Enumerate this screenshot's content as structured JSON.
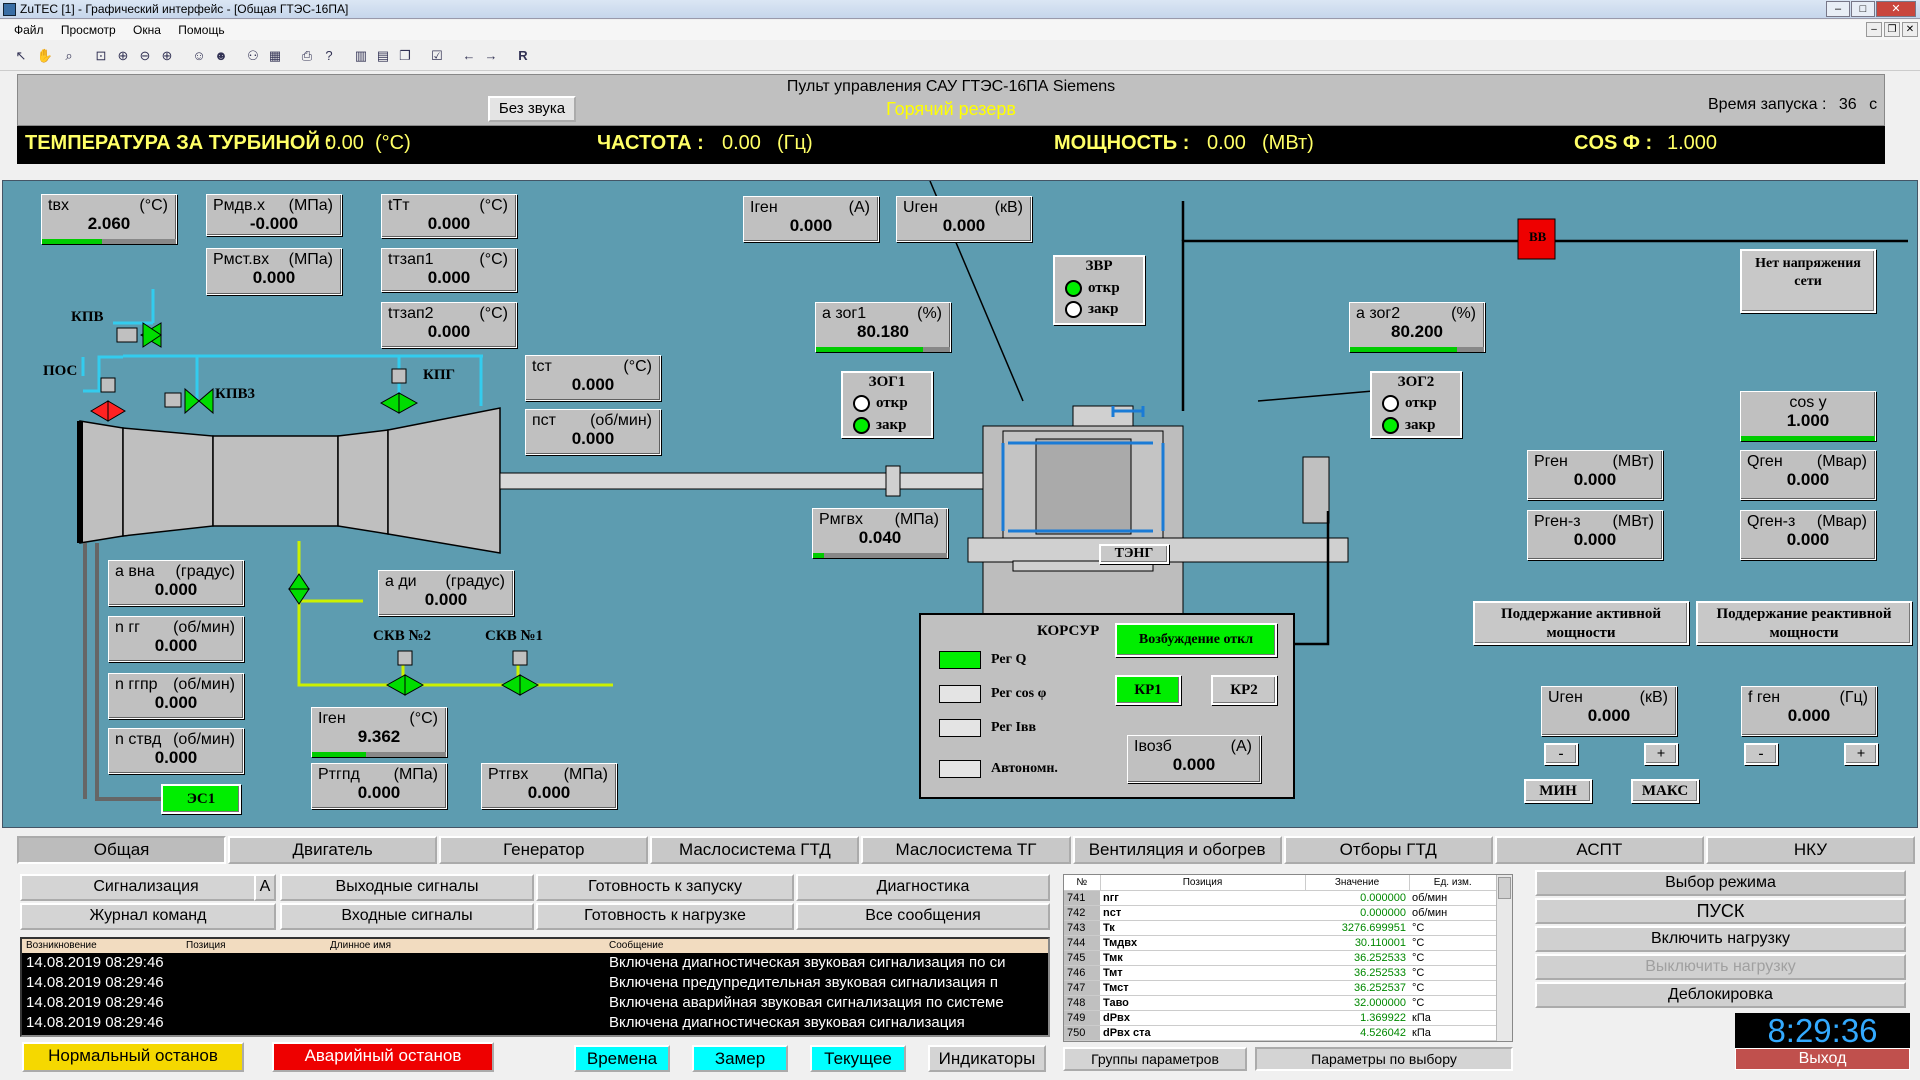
{
  "window": {
    "title": "ZuTEC [1] - Графический интерфейс - [Общая ГТЭС-16ПА]"
  },
  "menu": [
    "Файл",
    "Просмотр",
    "Окна",
    "Помощь"
  ],
  "toolbar": {
    "r_label": "R"
  },
  "header": {
    "title": "Пульт управления САУ ГТЭС-16ПА Siemens",
    "sound_button": "Без звука",
    "state": "Горячий резерв",
    "start_time_label": "Время запуска :",
    "start_time_value": "36",
    "start_time_unit": "с"
  },
  "summary": {
    "temp_label": "ТЕМПЕРАТУРА ЗА ТУРБИНОЙ :",
    "temp_value": "0.00",
    "temp_unit": "(°C)",
    "freq_label": "ЧАСТОТА :",
    "freq_value": "0.00",
    "freq_unit": "(Гц)",
    "power_label": "МОЩНОСТЬ :",
    "power_value": "0.00",
    "power_unit": "(МВт)",
    "cos_label": "COS Ф :",
    "cos_value": "1.000"
  },
  "measurements": {
    "tvx": {
      "label": "tвх",
      "unit": "(°C)",
      "value": "2.060",
      "level": 0.45
    },
    "rmdvx": {
      "label": "Рмдв.х",
      "unit": "(МПа)",
      "value": "-0.000"
    },
    "rmstvx": {
      "label": "Рмст.вх",
      "unit": "(МПа)",
      "value": "0.000"
    },
    "ttt": {
      "label": "tТт",
      "unit": "(°C)",
      "value": "0.000"
    },
    "tzap1": {
      "label": "tтзап1",
      "unit": "(°C)",
      "value": "0.000"
    },
    "tzap2": {
      "label": "tтзап2",
      "unit": "(°C)",
      "value": "0.000"
    },
    "tst": {
      "label": "tст",
      "unit": "(°C)",
      "value": "0.000"
    },
    "pst": {
      "label": "пст",
      "unit": "(об/мин)",
      "value": "0.000"
    },
    "igen_top": {
      "label": "Iген",
      "unit": "(А)",
      "value": "0.000"
    },
    "ugen_top": {
      "label": "Uген",
      "unit": "(кВ)",
      "value": "0.000"
    },
    "azog1": {
      "label": "а зог1",
      "unit": "(%)",
      "value": "80.180",
      "level": 0.8
    },
    "azog2": {
      "label": "а зог2",
      "unit": "(%)",
      "value": "80.200",
      "level": 0.8
    },
    "avna": {
      "label": "а вна",
      "unit": "(градус)",
      "value": "0.000"
    },
    "ngg": {
      "label": "n гг",
      "unit": "(об/мин)",
      "value": "0.000"
    },
    "nggp": {
      "label": "n ггпр",
      "unit": "(об/мин)",
      "value": "0.000"
    },
    "nstvd": {
      "label": "n ствд",
      "unit": "(об/мин)",
      "value": "0.000"
    },
    "adi": {
      "label": "а ди",
      "unit": "(градус)",
      "value": "0.000"
    },
    "tgen": {
      "label": "Iген",
      "unit": "(°C)",
      "value": "9.362",
      "level": 0.4
    },
    "rtgpd": {
      "label": "Ртгпд",
      "unit": "(МПа)",
      "value": "0.000"
    },
    "rtgvx": {
      "label": "Ртгвх",
      "unit": "(МПа)",
      "value": "0.000"
    },
    "rmgvx": {
      "label": "Рмгвх",
      "unit": "(МПа)",
      "value": "0.040",
      "level": 0.08
    },
    "cosy": {
      "label": "cos у",
      "value": "1.000",
      "level": 1.0
    },
    "rgen": {
      "label": "Pген",
      "unit": "(МВт)",
      "value": "0.000"
    },
    "qgen": {
      "label": "Qген",
      "unit": "(Мвар)",
      "value": "0.000"
    },
    "rgenz": {
      "label": "Pген-з",
      "unit": "(МВт)",
      "value": "0.000"
    },
    "qgenz": {
      "label": "Qген-з",
      "unit": "(Мвар)",
      "value": "0.000"
    },
    "ugen_set": {
      "label": "Uген",
      "unit": "(кВ)",
      "value": "0.000"
    },
    "fgen": {
      "label": "f ген",
      "unit": "(Гц)",
      "value": "0.000"
    },
    "ivozb": {
      "label": "Iвозб",
      "unit": "(А)",
      "value": "0.000"
    }
  },
  "scheme": {
    "kpv": "КПВ",
    "pos": "ПОС",
    "kpv3": "КПВ3",
    "kpg": "КПГ",
    "skv2": "СКВ №2",
    "skv1": "СКВ №1",
    "es1": "ЭС1",
    "teng": "ТЭНГ",
    "vv": "ВВ",
    "no_voltage": "Нет напряжения сети",
    "zvr": {
      "title": "ЗВР",
      "open": "откр",
      "closed": "закр"
    },
    "zog1": {
      "title": "ЗОГ1",
      "open": "откр",
      "closed": "закр"
    },
    "zog2": {
      "title": "ЗОГ2",
      "open": "откр",
      "closed": "закр"
    },
    "support_active": "Поддержание активной мощности",
    "support_reactive": "Поддержание реактивной мощности",
    "minus": "-",
    "plus": "+",
    "min": "МИН",
    "max": "МАКС"
  },
  "korsur": {
    "title": "КОРСУР",
    "excitation": "Возбуждение откл",
    "reg_q": "Рег Q",
    "reg_cos": "Рег cos φ",
    "reg_ivv": "Рег Iвв",
    "auto": "Автономн.",
    "kr1": "КР1",
    "kr2": "КР2"
  },
  "tabs": [
    "Общая",
    "Двигатель",
    "Генератор",
    "Маслосистема ГТД",
    "Маслосистема ТГ",
    "Вентиляция и обогрев",
    "Отборы ГТД",
    "АСПТ",
    "НКУ"
  ],
  "panel_buttons": {
    "signaling": "Сигнализация",
    "a": "А",
    "output": "Выходные сигналы",
    "ready_start": "Готовность к запуску",
    "diagnostics": "Диагностика",
    "journal": "Журнал команд",
    "input": "Входные сигналы",
    "ready_load": "Готовность к нагрузке",
    "all_messages": "Все сообщения"
  },
  "log": {
    "headers": [
      "Возникновение",
      "Позиция",
      "Длинное имя",
      "Сообщение"
    ],
    "rows": [
      {
        "time": "14.08.2019 08:29:46",
        "msg": "Включена диагностическая звуковая сигнализация по си"
      },
      {
        "time": "14.08.2019 08:29:46",
        "msg": "Включена предупредительная звуковая сигнализация п"
      },
      {
        "time": "14.08.2019 08:29:46",
        "msg": "Включена аварийная звуковая сигнализация по системе"
      },
      {
        "time": "14.08.2019 08:29:46",
        "msg": "Включена диагностическая звуковая сигнализация"
      }
    ]
  },
  "bottom_buttons": {
    "normal_stop": "Нормальный останов",
    "emergency_stop": "Аварийный останов",
    "times": "Времена",
    "measure": "Замер",
    "current": "Текущее",
    "indicators": "Индикаторы",
    "param_groups": "Группы параметров",
    "param_select": "Параметры по выбору"
  },
  "params": {
    "headers": [
      "№",
      "Позиция",
      "Значение",
      "Ед. изм."
    ],
    "rows": [
      [
        "741",
        "nгг",
        "0.000000",
        "об/мин"
      ],
      [
        "742",
        "nст",
        "0.000000",
        "об/мин"
      ],
      [
        "743",
        "Тк",
        "3276.699951",
        "°C"
      ],
      [
        "744",
        "Тмдвх",
        "30.110001",
        "°C"
      ],
      [
        "745",
        "Тмк",
        "36.252533",
        "°C"
      ],
      [
        "746",
        "Тмт",
        "36.252533",
        "°C"
      ],
      [
        "747",
        "Тмст",
        "36.252537",
        "°C"
      ],
      [
        "748",
        "Таво",
        "32.000000",
        "°C"
      ],
      [
        "749",
        "dPвх",
        "1.369922",
        "кПа"
      ],
      [
        "750",
        "dPвх ста",
        "4.526042",
        "кПа"
      ]
    ]
  },
  "right_panel": {
    "mode": "Выбор режима",
    "start": "ПУСК",
    "load_on": "Включить нагрузку",
    "load_off": "Выключить нагрузку",
    "unlock": "Деблокировка"
  },
  "clock": "8:29:36",
  "exit": "Выход",
  "colors": {
    "scheme_bg": "#5d9cb0",
    "state_text": "#ffff00",
    "green": "#00ee00",
    "vv_red": "#ee0000",
    "clock_text": "#33aaff"
  }
}
